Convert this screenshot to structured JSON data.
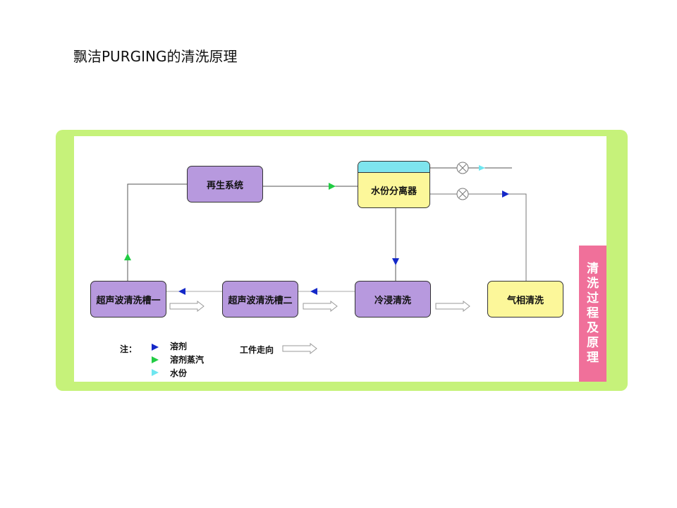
{
  "slide": {
    "title": "飘洁PURGING的清洗原理"
  },
  "diagram": {
    "side_label_chars": [
      "清",
      "洗",
      "过",
      "程",
      "及",
      "原",
      "理"
    ],
    "nodes": {
      "regeneration": "再生系统",
      "water_separator": "水份分离器",
      "ultrasonic_tank_1": "超声波清洗槽一",
      "ultrasonic_tank_2": "超声波清洗槽二",
      "cold_dip": "冷浸清洗",
      "vapor_clean": "气相清洗"
    },
    "legend": {
      "note_label": "注：",
      "solvent": "溶剂",
      "solvent_vapor": "溶剂蒸汽",
      "water": "水份",
      "workpiece_direction": "工件走向"
    },
    "colors": {
      "solvent": "#1428c8",
      "solvent_vapor": "#22cc44",
      "water": "#6ee6f0",
      "process_box": "#b799de",
      "vapor_box": "#fcf79a",
      "frame": "#c6f27a",
      "side_label": "#f0709a"
    }
  }
}
